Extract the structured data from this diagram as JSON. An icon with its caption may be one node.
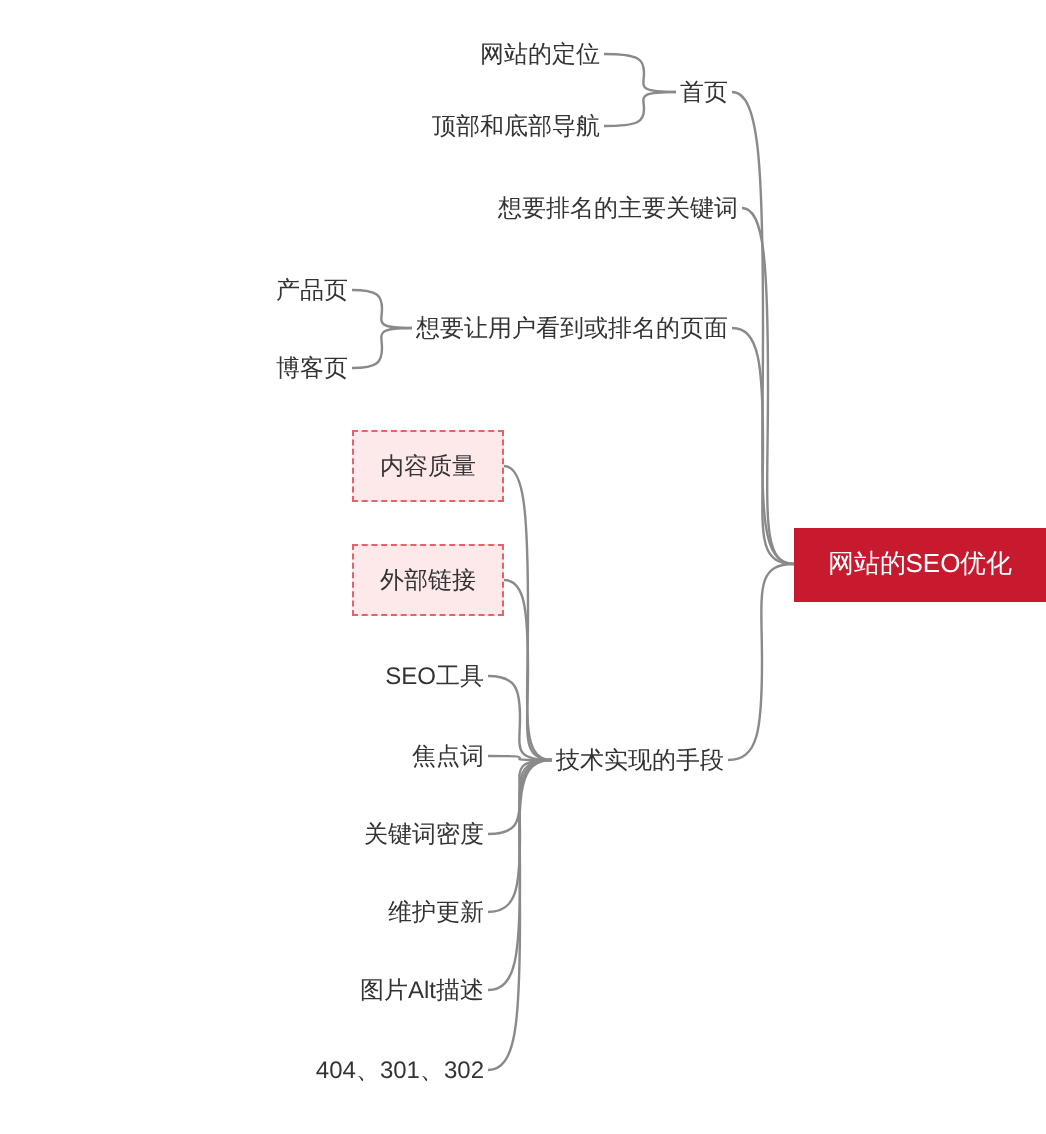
{
  "diagram": {
    "nodes": [
      {
        "text": [
          "网站的SEO优化"
        ]
      },
      {
        "text": [
          "首页"
        ]
      },
      {
        "text": [
          "网站的定位"
        ]
      },
      {
        "text": [
          "顶部和底部导航"
        ]
      },
      {
        "text": [
          "想要排名的主要关键词"
        ]
      },
      {
        "text": [
          "想要让用户看到或排名的页面"
        ]
      },
      {
        "text": [
          "产品页"
        ]
      },
      {
        "text": [
          "博客页"
        ]
      },
      {
        "text": [
          "技术实现的手段"
        ]
      },
      {
        "text": [
          "内容质量"
        ]
      },
      {
        "text": [
          "外部链接"
        ]
      },
      {
        "text": [
          "SEO工具"
        ]
      },
      {
        "text": [
          "焦点词"
        ]
      },
      {
        "text": [
          "关键词密度"
        ]
      },
      {
        "text": [
          "维护更新"
        ]
      },
      {
        "text": [
          "图片Alt描述"
        ]
      },
      {
        "text": [
          "404、301、302"
        ]
      }
    ],
    "edges": [
      {
        "from": 0,
        "to": 1,
        "arrow": "none"
      },
      {
        "from": 0,
        "to": 4,
        "arrow": "none"
      },
      {
        "from": 0,
        "to": 5,
        "arrow": "none"
      },
      {
        "from": 0,
        "to": 8,
        "arrow": "none"
      },
      {
        "from": 1,
        "to": 2,
        "arrow": "none"
      },
      {
        "from": 1,
        "to": 3,
        "arrow": "none"
      },
      {
        "from": 5,
        "to": 6,
        "arrow": "none"
      },
      {
        "from": 5,
        "to": 7,
        "arrow": "none"
      },
      {
        "from": 8,
        "to": 9,
        "arrow": "none"
      },
      {
        "from": 8,
        "to": 10,
        "arrow": "none"
      },
      {
        "from": 8,
        "to": 11,
        "arrow": "none"
      },
      {
        "from": 8,
        "to": 12,
        "arrow": "none"
      },
      {
        "from": 8,
        "to": 13,
        "arrow": "none"
      },
      {
        "from": 8,
        "to": 14,
        "arrow": "none"
      },
      {
        "from": 8,
        "to": 15,
        "arrow": "none"
      },
      {
        "from": 8,
        "to": 16,
        "arrow": "none"
      }
    ]
  }
}
